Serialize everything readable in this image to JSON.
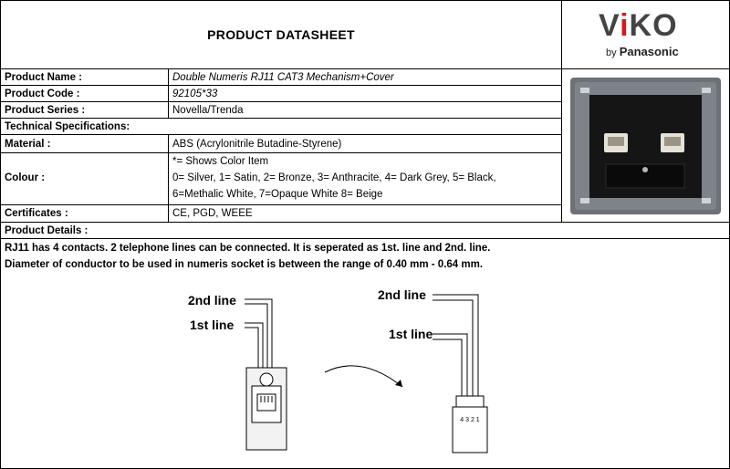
{
  "header": {
    "title": "PRODUCT DATASHEET",
    "logo_text_v": "V",
    "logo_text_i": "i",
    "logo_text_ko": "KO",
    "logo_by": "by",
    "logo_brand": "Panasonic"
  },
  "specs": {
    "product_name_label": "Product Name :",
    "product_name_value": "Double Numeris RJ11 CAT3 Mechanism+Cover",
    "product_code_label": "Product Code :",
    "product_code_value": "92105*33",
    "product_series_label": "Product Series :",
    "product_series_value": "Novella/Trenda",
    "technical_label": "Technical Specifications:",
    "material_label": "Material :",
    "material_value": "ABS (Acrylonitrile Butadine-Styrene)",
    "colour_label": "Colour :",
    "colour_line1": "*= Shows Color Item",
    "colour_line2": "0= Silver,  1= Satin, 2= Bronze, 3= Anthracite, 4= Dark Grey, 5= Black,",
    "colour_line3": "6=Methalic White, 7=Opaque White  8= Beige",
    "certificates_label": "Certificates :",
    "certificates_value": "CE, PGD, WEEE"
  },
  "details": {
    "label": "Product Details :",
    "line1": "RJ11 has 4 contacts. 2 telephone lines can be connected. It is seperated as 1st. line and 2nd. line.",
    "line2": "Diameter of conductor to be used in numeris socket is between the range of 0.40 mm - 0.64 mm."
  },
  "diagram": {
    "left_line2": "2nd line",
    "left_line1": "1st line",
    "right_line2": "2nd line",
    "right_line1": "1st line",
    "pins": "4 3 2 1"
  },
  "colors": {
    "logo_red": "#d71920",
    "logo_grey": "#444444",
    "socket_frame": "#6b7177",
    "socket_face": "#151515"
  }
}
